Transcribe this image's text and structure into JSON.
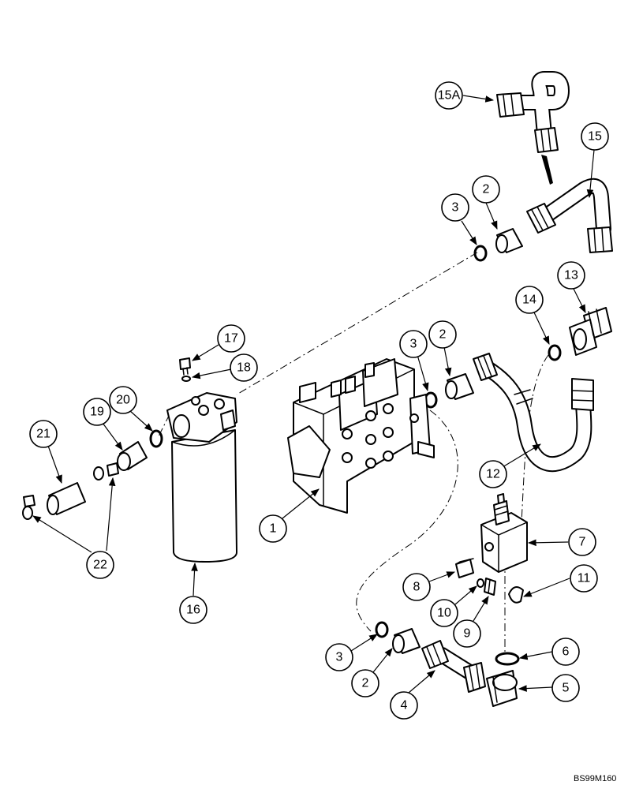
{
  "colors": {
    "ink": "#000000",
    "paper": "#ffffff"
  },
  "drawing_code": "BS99M160",
  "callouts": {
    "c15a": "15A",
    "c15": "15",
    "c2_top": "2",
    "c3_top": "3",
    "c13": "13",
    "c14": "14",
    "c17": "17",
    "c18": "18",
    "c3_mid": "3",
    "c2_mid": "2",
    "c20": "20",
    "c19": "19",
    "c21": "21",
    "c12": "12",
    "c1": "1",
    "c7": "7",
    "c22": "22",
    "c16": "16",
    "c8": "8",
    "c11": "11",
    "c10": "10",
    "c9": "9",
    "c6": "6",
    "c3_bot": "3",
    "c5": "5",
    "c2_bot": "2",
    "c4": "4"
  }
}
